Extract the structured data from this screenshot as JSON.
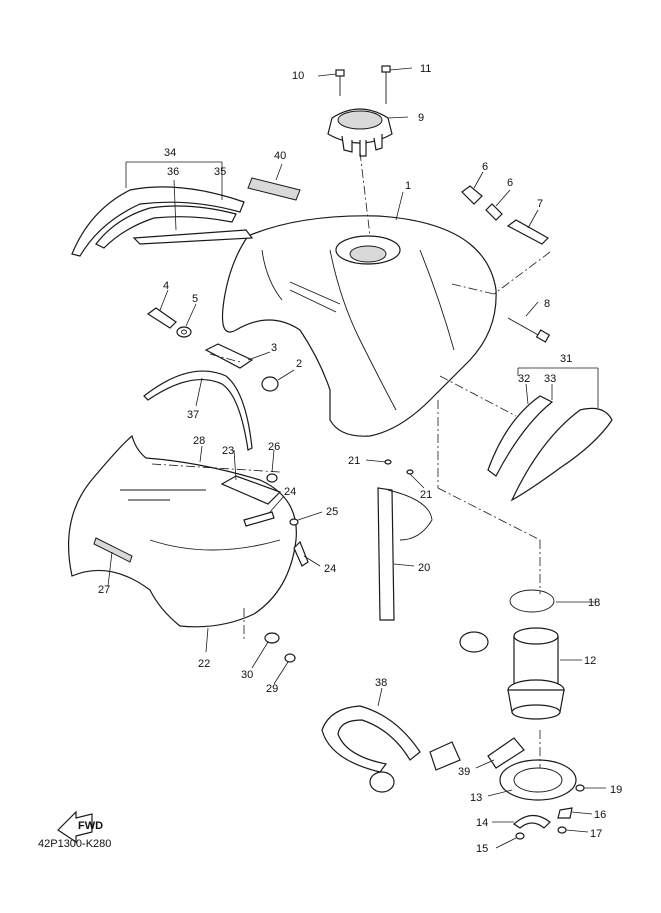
{
  "diagram_code": "42P1300-K280",
  "fwd_label": "FWD",
  "callouts": [
    "1",
    "2",
    "3",
    "4",
    "5",
    "6",
    "6",
    "7",
    "8",
    "9",
    "10",
    "11",
    "12",
    "13",
    "14",
    "15",
    "16",
    "17",
    "18",
    "19",
    "20",
    "21",
    "21",
    "22",
    "23",
    "24",
    "24",
    "25",
    "26",
    "27",
    "28",
    "29",
    "30",
    "31",
    "32",
    "33",
    "34",
    "35",
    "36",
    "37",
    "38",
    "39",
    "40"
  ]
}
